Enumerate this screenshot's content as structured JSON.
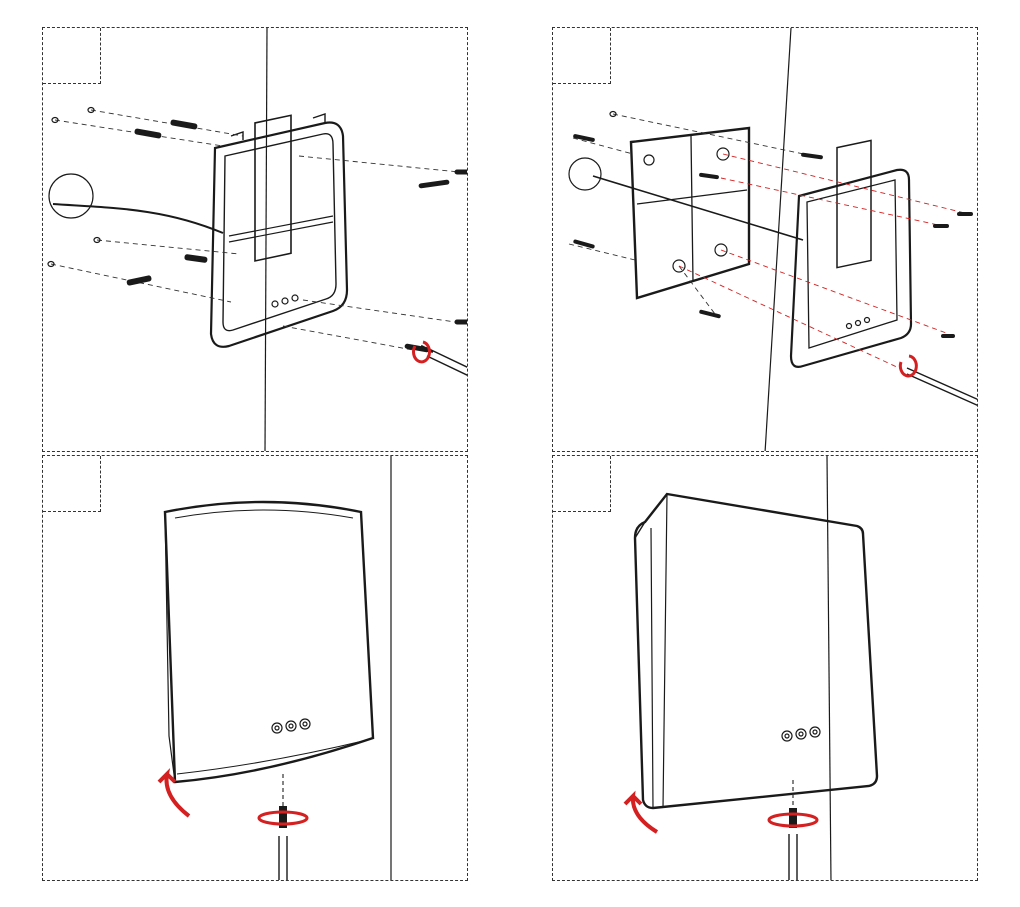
{
  "panels": [
    {
      "id": "step-1",
      "label": ""
    },
    {
      "id": "step-2",
      "label": ""
    },
    {
      "id": "step-3",
      "label": ""
    },
    {
      "id": "step-4",
      "label": ""
    }
  ],
  "colors": {
    "line": "#1a1a1a",
    "guide": "#333333",
    "accent": "#d42020",
    "fill": "#ffffff"
  },
  "icons": [
    "screw-icon",
    "wall-plug-icon",
    "screwdriver-icon",
    "rotate-arrow-icon",
    "cable-hole-icon"
  ]
}
